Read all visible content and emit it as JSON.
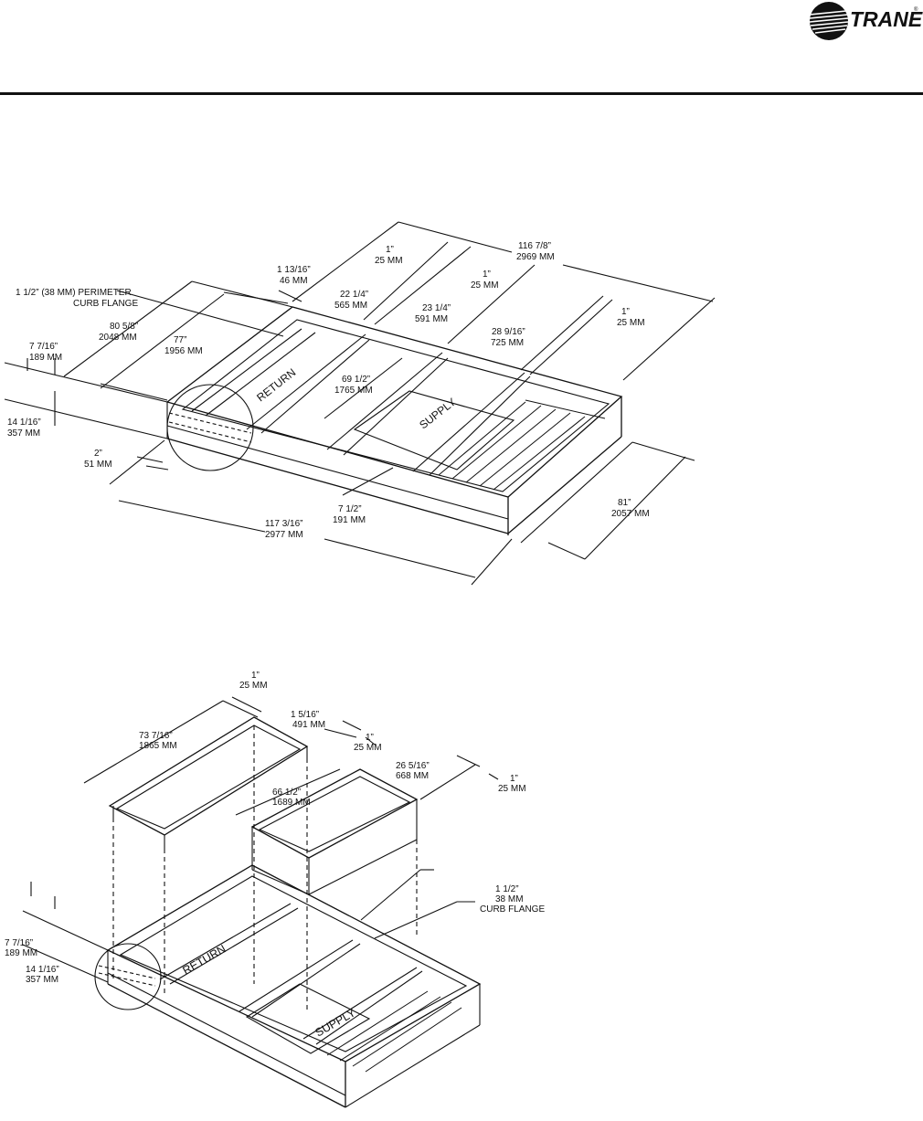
{
  "header": {
    "brand": "TRANE",
    "registered": "®"
  },
  "diagram1": {
    "dim_overall_len_in": "116 7/8”",
    "dim_overall_len_mm": "2969 MM",
    "dim_a_in": "1”",
    "dim_a_mm": "25 MM",
    "dim_b_in": "1”",
    "dim_b_mm": "25 MM",
    "dim_c_in": "1”",
    "dim_c_mm": "25 MM",
    "dim_flange_in": "1 13/16”",
    "dim_flange_mm": "46 MM",
    "perimeter_line1": "1 1/2” (38 MM) PERIMETER",
    "perimeter_line2": "CURB FLANGE",
    "dim_return_in": "22 1/4”",
    "dim_return_mm": "565 MM",
    "dim_mid_in": "23 1/4”",
    "dim_mid_mm": "591 MM",
    "dim_supply_in": "28 9/16”",
    "dim_supply_mm": "725 MM",
    "dim_width_outer_in": "80 5/8”",
    "dim_width_outer_mm": "2048 MM",
    "dim_width_inner_in": "77”",
    "dim_width_inner_mm": "1956 MM",
    "dim_rail1_in": "7 7/16”",
    "dim_rail1_mm": "189 MM",
    "dim_rail2_in": "14 1/16”",
    "dim_rail2_mm": "357 MM",
    "dim_open_in": "69 1/2”",
    "dim_open_mm": "1765 MM",
    "dim_edge_in": "2”",
    "dim_edge_mm": "51 MM",
    "dim_height_in": "7 1/2”",
    "dim_height_mm": "191 MM",
    "dim_len_in": "117 3/16”",
    "dim_len_mm": "2977 MM",
    "dim_depth_in": "81”",
    "dim_depth_mm": "2057 MM",
    "label_return": "RETURN",
    "label_supply": "SUPPLY"
  },
  "diagram2": {
    "dim_top_in": "1”",
    "dim_top_mm": "25 MM",
    "dim_ret_len_in": "73 7/16”",
    "dim_ret_len_mm": "1865 MM",
    "dim_ret_w_in": "1  5/16”",
    "dim_ret_w_mm": "491 MM",
    "dim_mid_in": "1”",
    "dim_mid_mm": "25 MM",
    "dim_sup_w_in": "26 5/16”",
    "dim_sup_w_mm": "668 MM",
    "dim_right_in": "1”",
    "dim_right_mm": "25 MM",
    "dim_sup_len_in": "66 1/2”",
    "dim_sup_len_mm": "1689 MM",
    "flange_line1": "1 1/2”",
    "flange_line2": "38 MM",
    "flange_line3": "CURB FLANGE",
    "dim_rail1_in": "7 7/16”",
    "dim_rail1_mm": "189 MM",
    "dim_rail2_in": "14 1/16”",
    "dim_rail2_mm": "357 MM",
    "label_return": "RETURN",
    "label_supply": "SUPPLY"
  }
}
